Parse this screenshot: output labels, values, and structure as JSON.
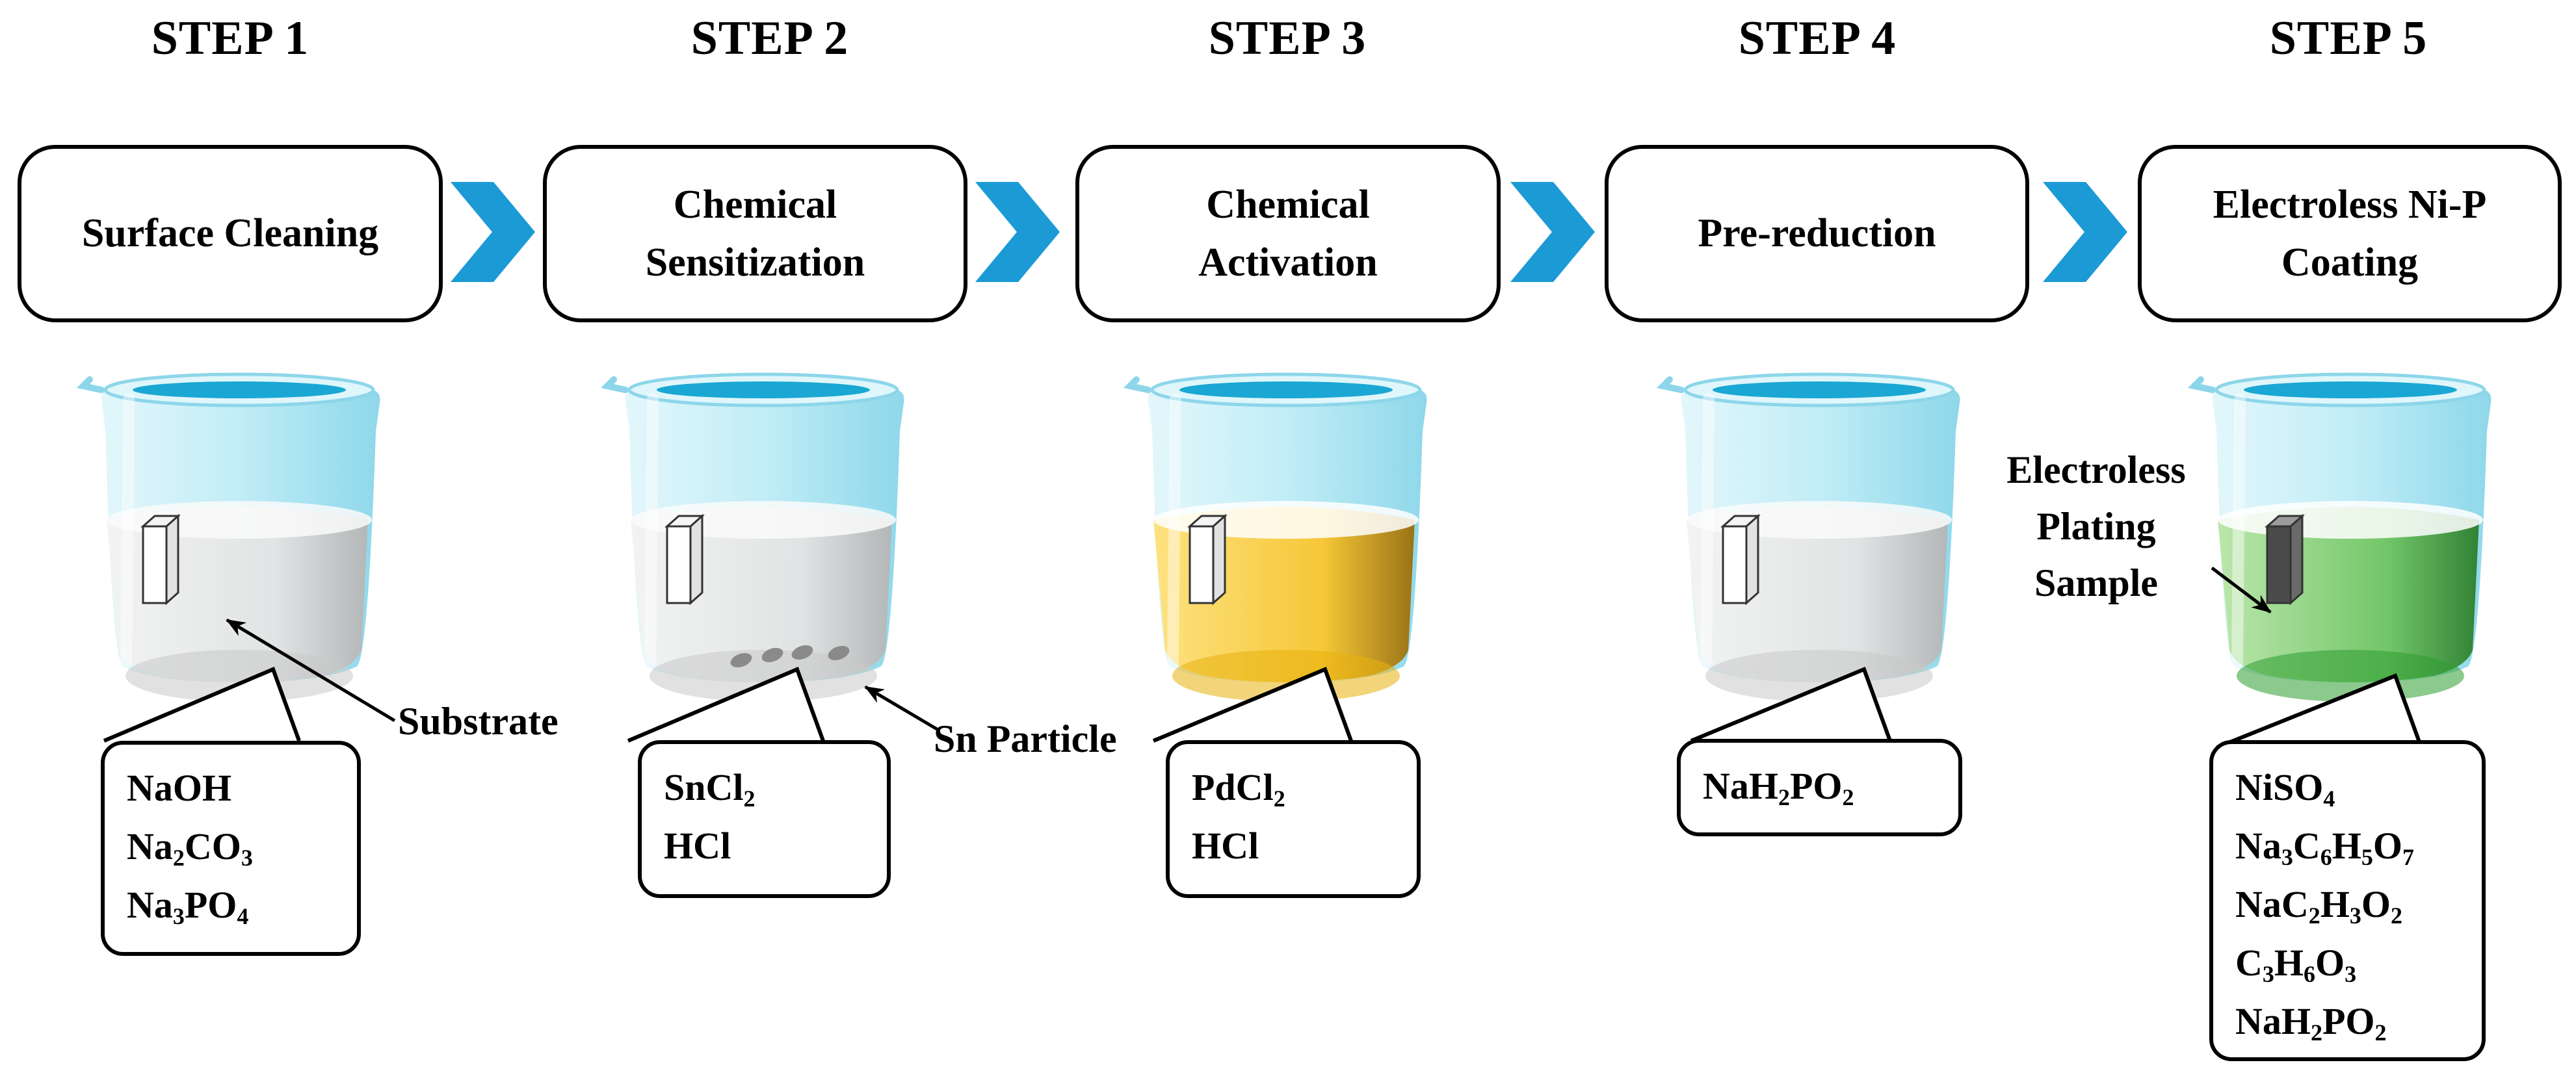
{
  "steps": [
    {
      "title": "STEP 1",
      "process": [
        "Surface Cleaning"
      ],
      "chemicals": [
        [
          "NaOH"
        ],
        [
          "Na",
          "2",
          "CO",
          "3"
        ],
        [
          "Na",
          "3",
          "PO",
          "4"
        ]
      ],
      "liquid": "clear",
      "callout": "Substrate"
    },
    {
      "title": "STEP 2",
      "process": [
        "Chemical",
        "Sensitization"
      ],
      "chemicals": [
        [
          "SnCl",
          "2"
        ],
        [
          "HCl"
        ]
      ],
      "liquid": "clear",
      "callout": "Sn Particle"
    },
    {
      "title": "STEP 3",
      "process": [
        "Chemical",
        "Activation"
      ],
      "chemicals": [
        [
          "PdCl",
          "2"
        ],
        [
          "HCl"
        ]
      ],
      "liquid": "yellow"
    },
    {
      "title": "STEP 4",
      "process": [
        "Pre-reduction"
      ],
      "chemicals": [
        [
          "NaH",
          "2",
          "PO",
          "2"
        ]
      ],
      "liquid": "clear"
    },
    {
      "title": "STEP 5",
      "process": [
        "Electroless Ni-P",
        "Coating"
      ],
      "chemicals": [
        [
          "NiSO",
          "4"
        ],
        [
          "Na",
          "3",
          "C",
          "6",
          "H",
          "5",
          "O",
          "7"
        ],
        [
          "NaC",
          "2",
          "H",
          "3",
          "O",
          "2"
        ],
        [
          "C",
          "3",
          "H",
          "6",
          "O",
          "3"
        ],
        [
          "NaH",
          "2",
          "PO",
          "2"
        ]
      ],
      "liquid": "green",
      "callout": [
        "Electroless",
        "Plating",
        "Sample"
      ]
    }
  ],
  "colors": {
    "arrow": "#1b9ad6",
    "glass": "#a9e6f3",
    "rim": "#1aa7d3",
    "clear_liquid": "#e4e4e4",
    "yellow_liquid": "#f8c531",
    "green_liquid": "#66c25c",
    "outline": "#000000"
  },
  "icons": [
    "right-chevron-arrow-icon",
    "beaker-icon",
    "substrate-sample-icon"
  ]
}
